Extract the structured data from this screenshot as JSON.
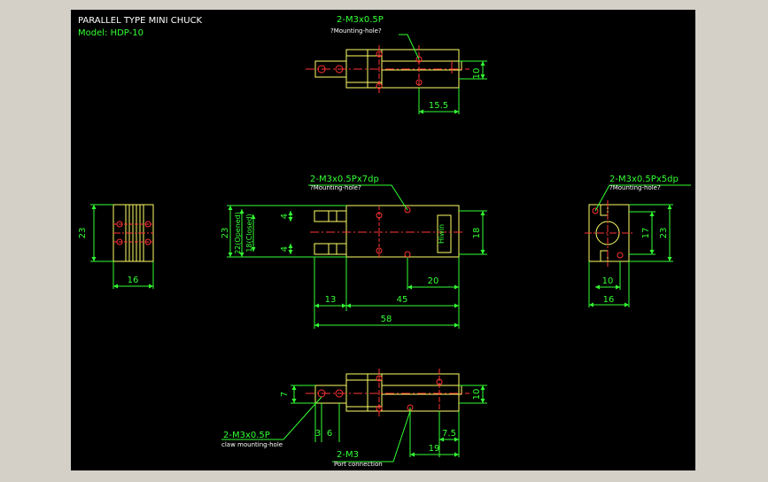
{
  "header": {
    "title": "PARALLEL TYPE MINI CHUCK",
    "model": "Model: HDP-10"
  },
  "colors": {
    "background": "#000000",
    "outline": "#ffff66",
    "dimension": "#33ff33",
    "center_line": "#ff3333",
    "text": "#ffffff",
    "frame": "#d4d0c8"
  },
  "top_view": {
    "callout": "2-M3x0.5P",
    "callout_note": "?Mounting-hole?",
    "dim_height": "10",
    "dim_hole": "15.5"
  },
  "front_view": {
    "callout": "2-M3x0.5Px7dp",
    "callout_note": "?Mounting-hole?",
    "dim_height": "23",
    "dim_opened": "22(Opened)",
    "dim_closed": "18(Closed)",
    "dim_jaw_upper": "4",
    "dim_jaw_lower": "4",
    "dim_body": "18",
    "dim_hole": "20",
    "dim_jaw_len": "13",
    "dim_body_len": "45",
    "dim_total": "58",
    "logo": "Hiwin"
  },
  "left_view": {
    "dim_height": "23",
    "dim_width": "16"
  },
  "right_view": {
    "callout": "2-M3x0.5Px5dp",
    "callout_note": "?Mounting-hole?",
    "dim_height": "23",
    "dim_inner": "17",
    "dim_hole": "10",
    "dim_width": "16"
  },
  "bottom_view": {
    "callout_claw": "2-M3x0.5P",
    "callout_claw_note": "claw mounting-hole",
    "callout_port": "2-M3",
    "callout_port_note": "Port connection",
    "dim_left": "7",
    "dim_a": "3",
    "dim_b": "6",
    "dim_height": "10",
    "dim_port": "7.5",
    "dim_port_len": "19"
  }
}
